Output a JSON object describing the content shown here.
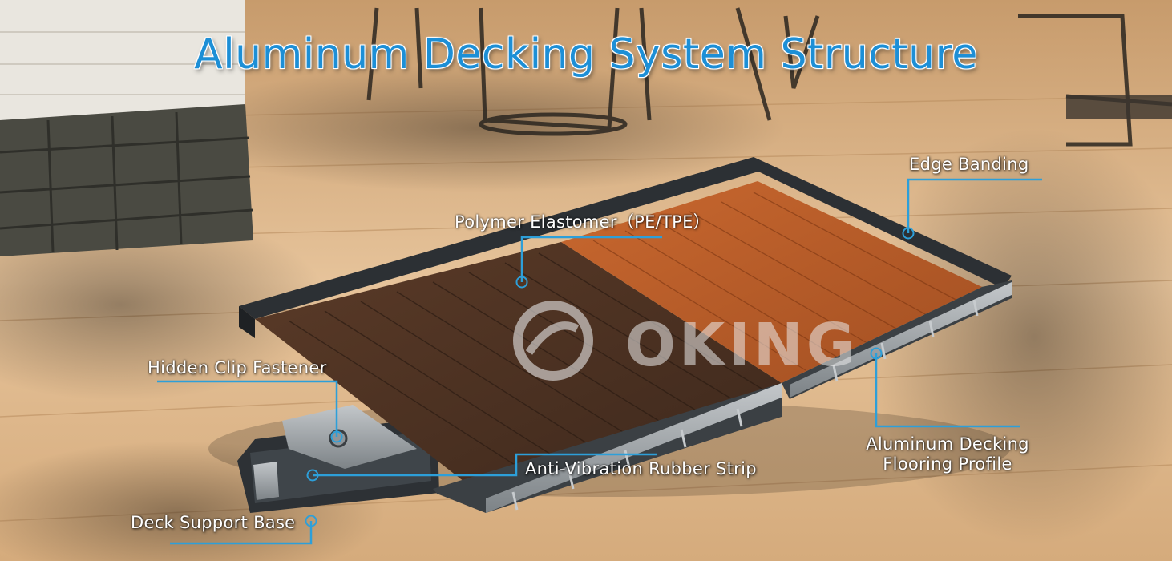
{
  "title": "Aluminum Decking System Structure",
  "labels": {
    "edge_banding": "Edge Banding",
    "polymer_elastomer": "Polymer Elastomer（PE/TPE）",
    "hidden_clip": "Hidden Clip Fastener",
    "aluminum_profile_line1": "Aluminum Decking",
    "aluminum_profile_line2": "Flooring Profile",
    "anti_vibration": "Anti-Vibration Rubber Strip",
    "support_base": "Deck Support Base"
  },
  "watermark": {
    "text": "OKING",
    "logo": "oking-logo-icon"
  },
  "colors": {
    "title": "#1d8fd6",
    "leader_line": "#2d9fd9",
    "label_text": "#ffffff",
    "board_dark": "#4a3123",
    "board_light": "#b35a2a",
    "edge_banding": "#2c3034",
    "aluminum": "#a9aeb2"
  }
}
